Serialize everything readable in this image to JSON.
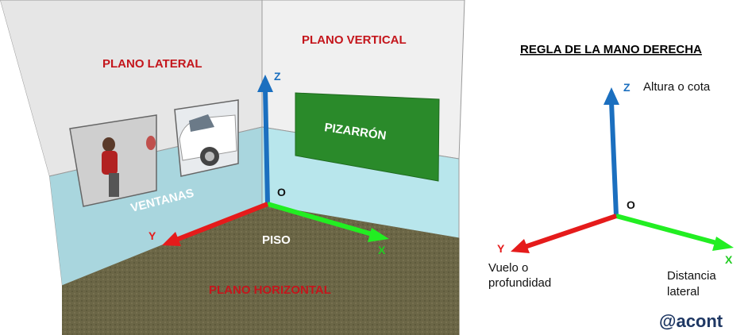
{
  "room": {
    "lateral_plane_label": "PLANO LATERAL",
    "vertical_plane_label": "PLANO VERTICAL",
    "horizontal_plane_label": "PLANO HORIZONTAL",
    "floor_label": "PISO",
    "windows_label": "VENTANAS",
    "board_label": "PIZARRÓN",
    "origin_label": "O",
    "axis_z": "Z",
    "axis_x": "X",
    "axis_y": "Y"
  },
  "rule": {
    "title": "REGLA DE LA MANO DERECHA",
    "origin_label": "O",
    "axis_z": "Z",
    "axis_x": "X",
    "axis_y": "Y",
    "z_desc": "Altura o cota",
    "y_desc_line1": "Vuelo o",
    "y_desc_line2": "profundidad",
    "x_desc_line1": "Distancia",
    "x_desc_line2": "lateral"
  },
  "watermark": "@acont",
  "colors": {
    "axis_x": "#22ee22",
    "axis_y": "#e51b1b",
    "axis_z": "#1b6fbf",
    "plane_label": "#c4161c",
    "board": "#2a8a2a",
    "floor": "#6b6646",
    "wall_lower": "#b5e4ea",
    "wall_upper": "#ececec",
    "watermark": "#1f3864"
  }
}
